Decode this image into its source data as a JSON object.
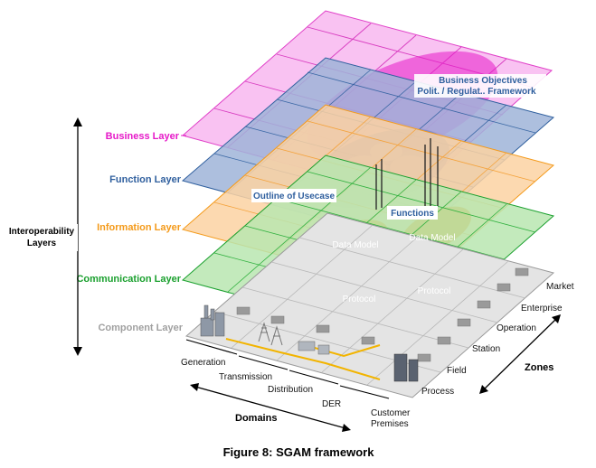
{
  "caption": "Figure 8: SGAM framework",
  "interoperability_label": [
    "Interoperability",
    "Layers"
  ],
  "layers": [
    {
      "name": "Business Layer",
      "color": "#e619c8"
    },
    {
      "name": "Function Layer",
      "color": "#2f5f9e"
    },
    {
      "name": "Information Layer",
      "color": "#f49a1a"
    },
    {
      "name": "Communication Layer",
      "color": "#1aa02e"
    },
    {
      "name": "Component Layer",
      "color": "#a0a0a0"
    }
  ],
  "callouts": {
    "business_objectives": "Business Objectives",
    "framework": "Polit. / Regulat.. Framework",
    "outline_usecase": "Outline of Usecase",
    "functions": "Functions",
    "data_model_left": "Data Model",
    "data_model_right": "Data Model",
    "protocol_left": "Protocol",
    "protocol_right": "Protocol"
  },
  "domains_title": "Domains",
  "domains": [
    "Generation",
    "Transmission",
    "Distribution",
    "DER",
    "Customer Premises"
  ],
  "zones_title": "Zones",
  "zones": [
    "Market",
    "Enterprise",
    "Operation",
    "Station",
    "Field",
    "Process"
  ]
}
